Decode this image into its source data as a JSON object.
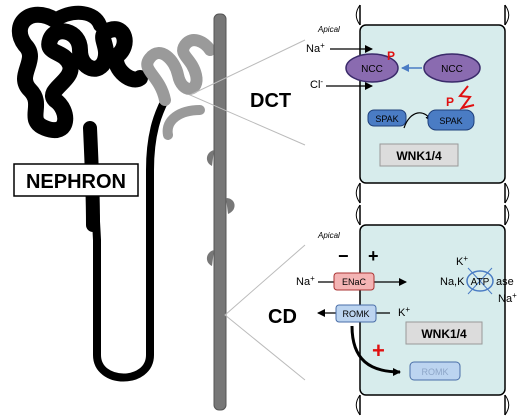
{
  "nephron_label": "NEPHRON",
  "dct": {
    "label": "DCT",
    "apical": "Apical",
    "na": "Na",
    "na_sup": "+",
    "cl": "Cl",
    "cl_sup": "-",
    "ncc_left": "NCC",
    "ncc_right": "NCC",
    "p_ncc": "P",
    "p_spak": "P",
    "spak_left": "SPAK",
    "spak_right": "SPAK",
    "wnk": "WNK1/4"
  },
  "cd": {
    "label": "CD",
    "apical": "Apical",
    "minus": "−",
    "plus": "+",
    "na_in": "Na",
    "na_in_sup": "+",
    "enac": "ENaC",
    "romk": "ROMK",
    "k_in": "K",
    "k_in_sup": "+",
    "wnk": "WNK1/4",
    "plus_red": "+",
    "romk_internal": "ROMK",
    "k_top": "K",
    "k_top_sup": "+",
    "nak": "Na,K",
    "atp": "ATP",
    "ase": "ase",
    "na_out": "Na",
    "na_out_sup": "+"
  },
  "colors": {
    "cell_fill": "#d7ecec",
    "ncc_fill": "#8a6bb0",
    "spak_fill": "#4a7cc4",
    "wnk_fill": "#dcdcdc",
    "enac_fill": "#f4b4b4",
    "romk_fill": "#bcd4f0",
    "red": "#e01010",
    "rod": "#777777"
  }
}
